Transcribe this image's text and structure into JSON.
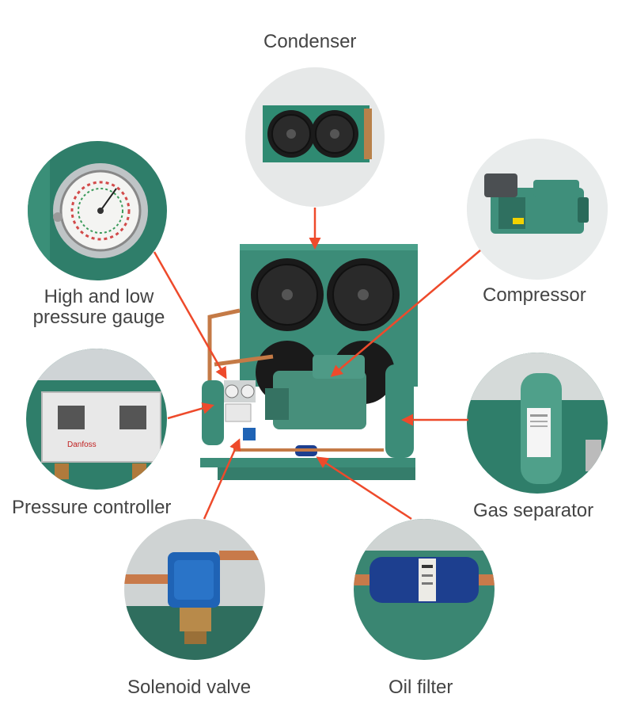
{
  "labels": {
    "condenser": "Condenser",
    "pressure_gauge_line1": "High and low",
    "pressure_gauge_line2": "pressure gauge",
    "compressor": "Compressor",
    "pressure_controller": "Pressure controller",
    "gas_separator": "Gas separator",
    "solenoid_valve": "Solenoid valve",
    "oil_filter": "Oil filter"
  },
  "colors": {
    "callout_line": "#ee4a2b",
    "label_text": "#444444",
    "unit_green": "#3a8a78",
    "circle_bg": "#e9ecec"
  },
  "icons": [
    "condenser-photo",
    "pressure-gauge-photo",
    "compressor-photo",
    "pressure-controller-photo",
    "gas-separator-photo",
    "solenoid-valve-photo",
    "oil-filter-photo",
    "condensing-unit-photo"
  ]
}
